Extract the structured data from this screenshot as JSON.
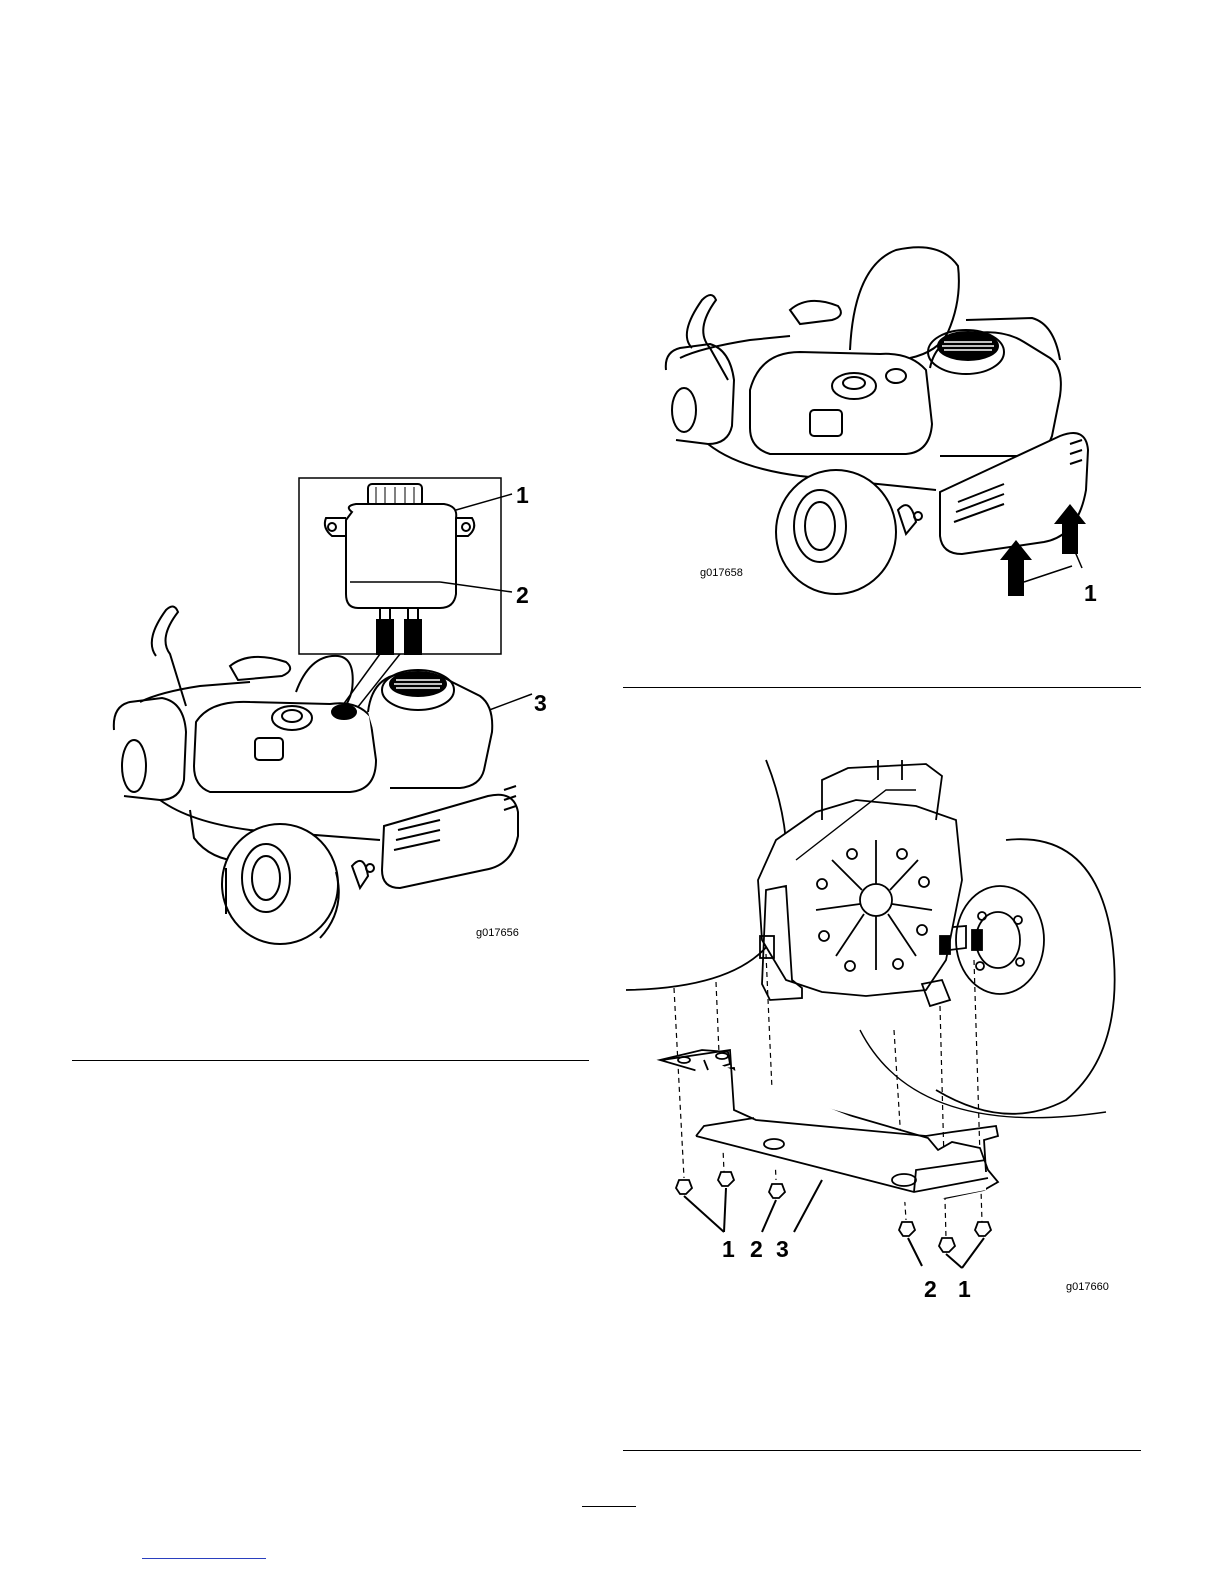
{
  "figure_left": {
    "code": "g017656",
    "callouts": [
      "1",
      "2",
      "3"
    ],
    "icon": "reservoir-mower-illustration"
  },
  "figure_top_right": {
    "code": "g017658",
    "callouts": [
      "1"
    ],
    "icon": "mower-lift-arrows-illustration"
  },
  "figure_bottom_right": {
    "code": "g017660",
    "callouts": [
      "1",
      "2",
      "3",
      "2",
      "1"
    ],
    "icon": "shield-bolts-exploded-illustration"
  },
  "colors": {
    "ink": "#000000",
    "link": "#2a3fbf"
  }
}
